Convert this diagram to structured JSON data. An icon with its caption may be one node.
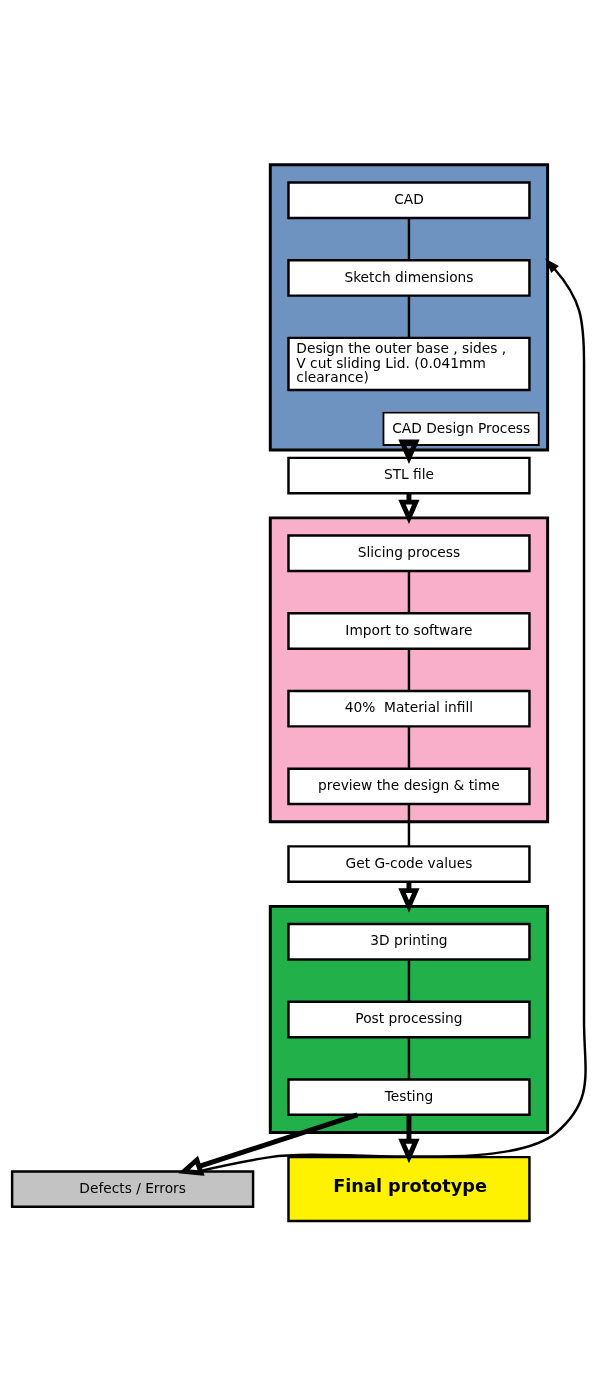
{
  "diagram": {
    "nodes": [
      {
        "text": [
          "CAD Design Process"
        ]
      },
      {
        "text": [
          "CAD"
        ],
        "in": 0
      },
      {
        "text": [
          "Sketch dimensions"
        ],
        "in": 0
      },
      {
        "text": [
          "Design the outer base , sides , V cut sliding Lid. (0.041mm clearance)"
        ],
        "in": 0
      },
      {
        "text": [
          "STL file"
        ]
      },
      {
        "text": [],
        "shape": "box"
      },
      {
        "text": [
          "Slicing process"
        ],
        "in": 5
      },
      {
        "text": [
          "Import to software"
        ],
        "in": 5
      },
      {
        "text": [
          "40%  Material infill"
        ],
        "in": 5
      },
      {
        "text": [
          "preview the design & time"
        ],
        "in": 5
      },
      {
        "text": [
          "Get G-code values"
        ]
      },
      {
        "text": [],
        "shape": "box"
      },
      {
        "text": [
          "3D printing"
        ],
        "in": 11
      },
      {
        "text": [
          "Post processing"
        ],
        "in": 11
      },
      {
        "text": [
          "Testing"
        ],
        "in": 11
      },
      {
        "text": [
          "Defects / Errors"
        ]
      },
      {
        "text": [
          "Final prototype"
        ]
      }
    ],
    "edges": [
      {
        "from": 1,
        "to": 2,
        "arrow": "none"
      },
      {
        "from": 2,
        "to": 3,
        "arrow": "none"
      },
      {
        "from": 0,
        "to": 4,
        "arrow": "to",
        "style": "thick"
      },
      {
        "from": 4,
        "to": 5,
        "arrow": "to",
        "style": "thick"
      },
      {
        "from": 6,
        "to": 7,
        "arrow": "none"
      },
      {
        "from": 7,
        "to": 8,
        "arrow": "none"
      },
      {
        "from": 8,
        "to": 9,
        "arrow": "none"
      },
      {
        "from": 9,
        "to": 10,
        "arrow": "none"
      },
      {
        "from": 10,
        "to": 11,
        "arrow": "to",
        "style": "thick"
      },
      {
        "from": 12,
        "to": 13,
        "arrow": "none"
      },
      {
        "from": 13,
        "to": 14,
        "arrow": "none"
      },
      {
        "from": 14,
        "to": 15,
        "arrow": "to",
        "style": "thick"
      },
      {
        "from": 14,
        "to": 16,
        "arrow": "to",
        "style": "thick"
      },
      {
        "from": 15,
        "to": 0,
        "arrow": "to"
      }
    ]
  }
}
